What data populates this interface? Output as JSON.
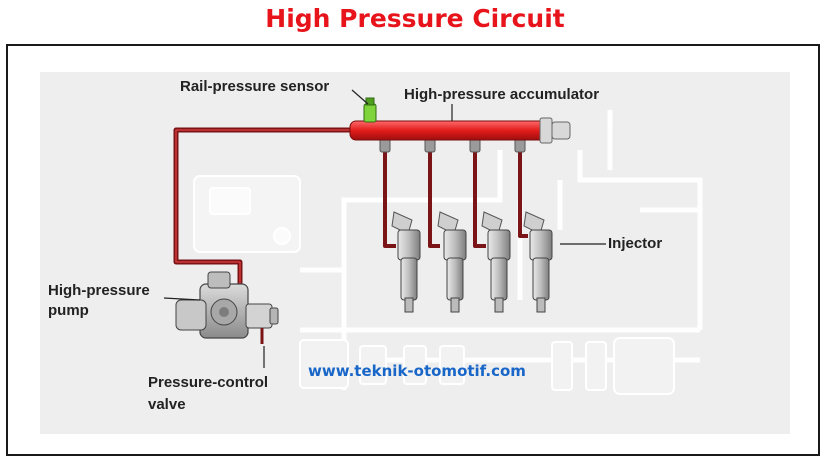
{
  "title": "High Pressure Circuit",
  "labels": {
    "rail_pressure_sensor": "Rail-pressure sensor",
    "high_pressure_accumulator": "High-pressure accumulator",
    "injector": "Injector",
    "high_pressure_pump_line1": "High-pressure",
    "high_pressure_pump_line2": "pump",
    "pressure_control_valve_line1": "Pressure-control",
    "pressure_control_valve_line2": "valve"
  },
  "watermark": "www.teknik-otomotif.com",
  "colors": {
    "title": "#e8141b",
    "high_pressure_line": "#7a1416",
    "accumulator": "#e02020",
    "watermark": "#1866c8",
    "background_panel": "#eeeeee"
  }
}
